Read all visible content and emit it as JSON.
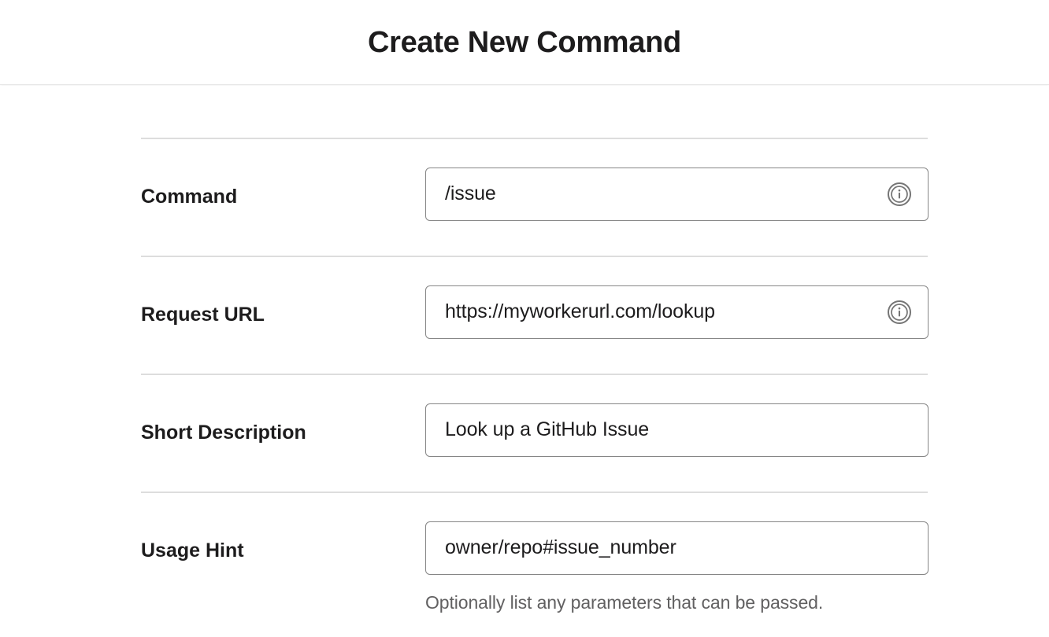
{
  "header": {
    "title": "Create New Command"
  },
  "form": {
    "rows": [
      {
        "label": "Command",
        "value": "/issue",
        "placeholder": "",
        "has_info_icon": true,
        "info_icon": "info-circle-icon",
        "helper": ""
      },
      {
        "label": "Request URL",
        "value": "https://myworkerurl.com/lookup",
        "placeholder": "",
        "has_info_icon": true,
        "info_icon": "info-circle-icon",
        "helper": ""
      },
      {
        "label": "Short Description",
        "value": "Look up a GitHub Issue",
        "placeholder": "",
        "has_info_icon": false,
        "info_icon": "",
        "helper": ""
      },
      {
        "label": "Usage Hint",
        "value": "owner/repo#issue_number",
        "placeholder": "",
        "has_info_icon": false,
        "info_icon": "",
        "helper": "Optionally list any parameters that can be passed."
      }
    ]
  },
  "colors": {
    "text_primary": "#1d1c1d",
    "text_muted": "#616061",
    "input_border": "#868686",
    "divider": "#dddddd",
    "icon_gray": "#757575",
    "background": "#ffffff"
  }
}
